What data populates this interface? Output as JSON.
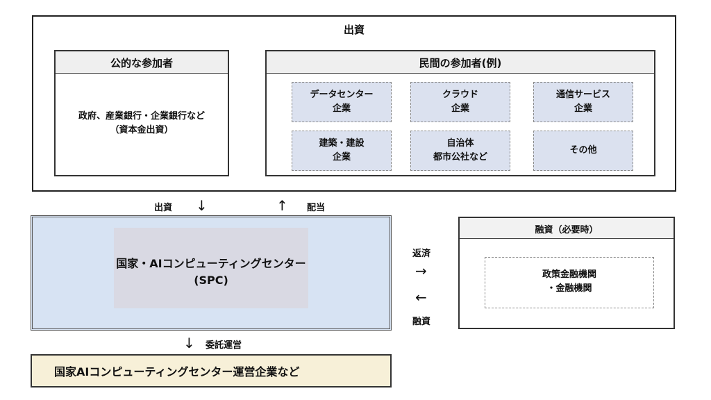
{
  "invest": {
    "title": "出資"
  },
  "public": {
    "header": "公的な参加者",
    "line1": "政府、産業銀行・企業銀行など",
    "line2": "（資本金出資）"
  },
  "private": {
    "header": "民間の参加者(例)",
    "items": [
      {
        "line1": "データセンター",
        "line2": "企業"
      },
      {
        "line1": "クラウド",
        "line2": "企業"
      },
      {
        "line1": "通信サービス",
        "line2": "企業"
      },
      {
        "line1": "建築・建設",
        "line2": "企業"
      },
      {
        "line1": "自治体",
        "line2": "都市公社など"
      },
      {
        "line1": "その他",
        "line2": ""
      }
    ]
  },
  "flows": {
    "invest_label": "出資",
    "invest_arrow": "↓",
    "dividend_arrow": "↑",
    "dividend_label": "配当",
    "repay_label": "返済",
    "repay_arrow": "→",
    "finance_arrow": "←",
    "finance_label": "融資",
    "consign_arrow": "↓",
    "consign_label": "委託運営"
  },
  "spc": {
    "line1": "国家・AIコンピューティングセンター",
    "line2": "(SPC)"
  },
  "financing": {
    "header": "融資（必要時）",
    "line1": "政策金融機関",
    "line2": "・金融機関"
  },
  "operator": {
    "label": "国家AIコンピューティングセンター運営企業など"
  }
}
